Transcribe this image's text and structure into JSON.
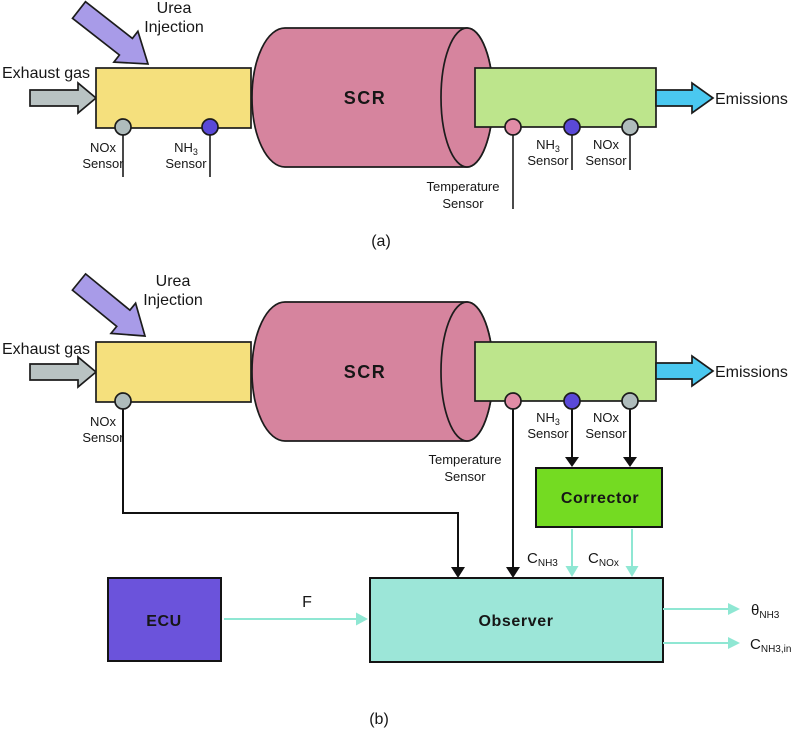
{
  "figure": {
    "colors": {
      "pipe_inlet": "#F5E07D",
      "pipe_outlet": "#BDE58C",
      "scr_body": "#D6849E",
      "urea_arrow": "#A89BE8",
      "exhaust_arrow": "#B9C3C3",
      "emissions_arrow": "#4AC8F0",
      "sensor_nox": "#AFBCBC",
      "sensor_nh3": "#5A49D8",
      "sensor_temp": "#E18CA6",
      "corrector_block": "#74DB22",
      "observer_block": "#9CE6D8",
      "ecu_block": "#6B53DB",
      "signal_arrow": "#8FE7D3",
      "line_black": "#111111"
    },
    "panel_a": {
      "caption": "(a)",
      "urea_injection": {
        "line1": "Urea",
        "line2": "Injection"
      },
      "exhaust_gas": "Exhaust gas",
      "scr": "SCR",
      "emissions": "Emissions",
      "nox_sensor_in": {
        "line1": "NOx",
        "line2": "Sensor"
      },
      "nh3_sensor_in": {
        "main": "NH",
        "sub": "3",
        "line2": "Sensor"
      },
      "temperature_sensor": {
        "line1": "Temperature",
        "line2": "Sensor"
      },
      "nh3_sensor_out": {
        "main": "NH",
        "sub": "3",
        "line2": "Sensor"
      },
      "nox_sensor_out": {
        "line1": "NOx",
        "line2": "Sensor"
      }
    },
    "panel_b": {
      "caption": "(b)",
      "urea_injection": {
        "line1": "Urea",
        "line2": "Injection"
      },
      "exhaust_gas": "Exhaust gas",
      "scr": "SCR",
      "emissions": "Emissions",
      "nox_sensor_in": {
        "line1": "NOx",
        "line2": "Sensor"
      },
      "temperature_sensor": {
        "line1": "Temperature",
        "line2": "Sensor"
      },
      "nh3_sensor_out": {
        "main": "NH",
        "sub": "3",
        "line2": "Sensor"
      },
      "nox_sensor_out": {
        "line1": "NOx",
        "line2": "Sensor"
      },
      "corrector": "Corrector",
      "observer": "Observer",
      "ecu": "ECU",
      "signal_f": "F",
      "signal_c_nh3": {
        "main": "C",
        "sub": "NH3"
      },
      "signal_c_nox": {
        "main": "C",
        "sub": "NOx"
      },
      "output_theta_nh3": {
        "main": "θ",
        "sub": "NH3"
      },
      "output_c_nh3_in": {
        "main": "C",
        "sub": "NH3,in"
      }
    }
  }
}
